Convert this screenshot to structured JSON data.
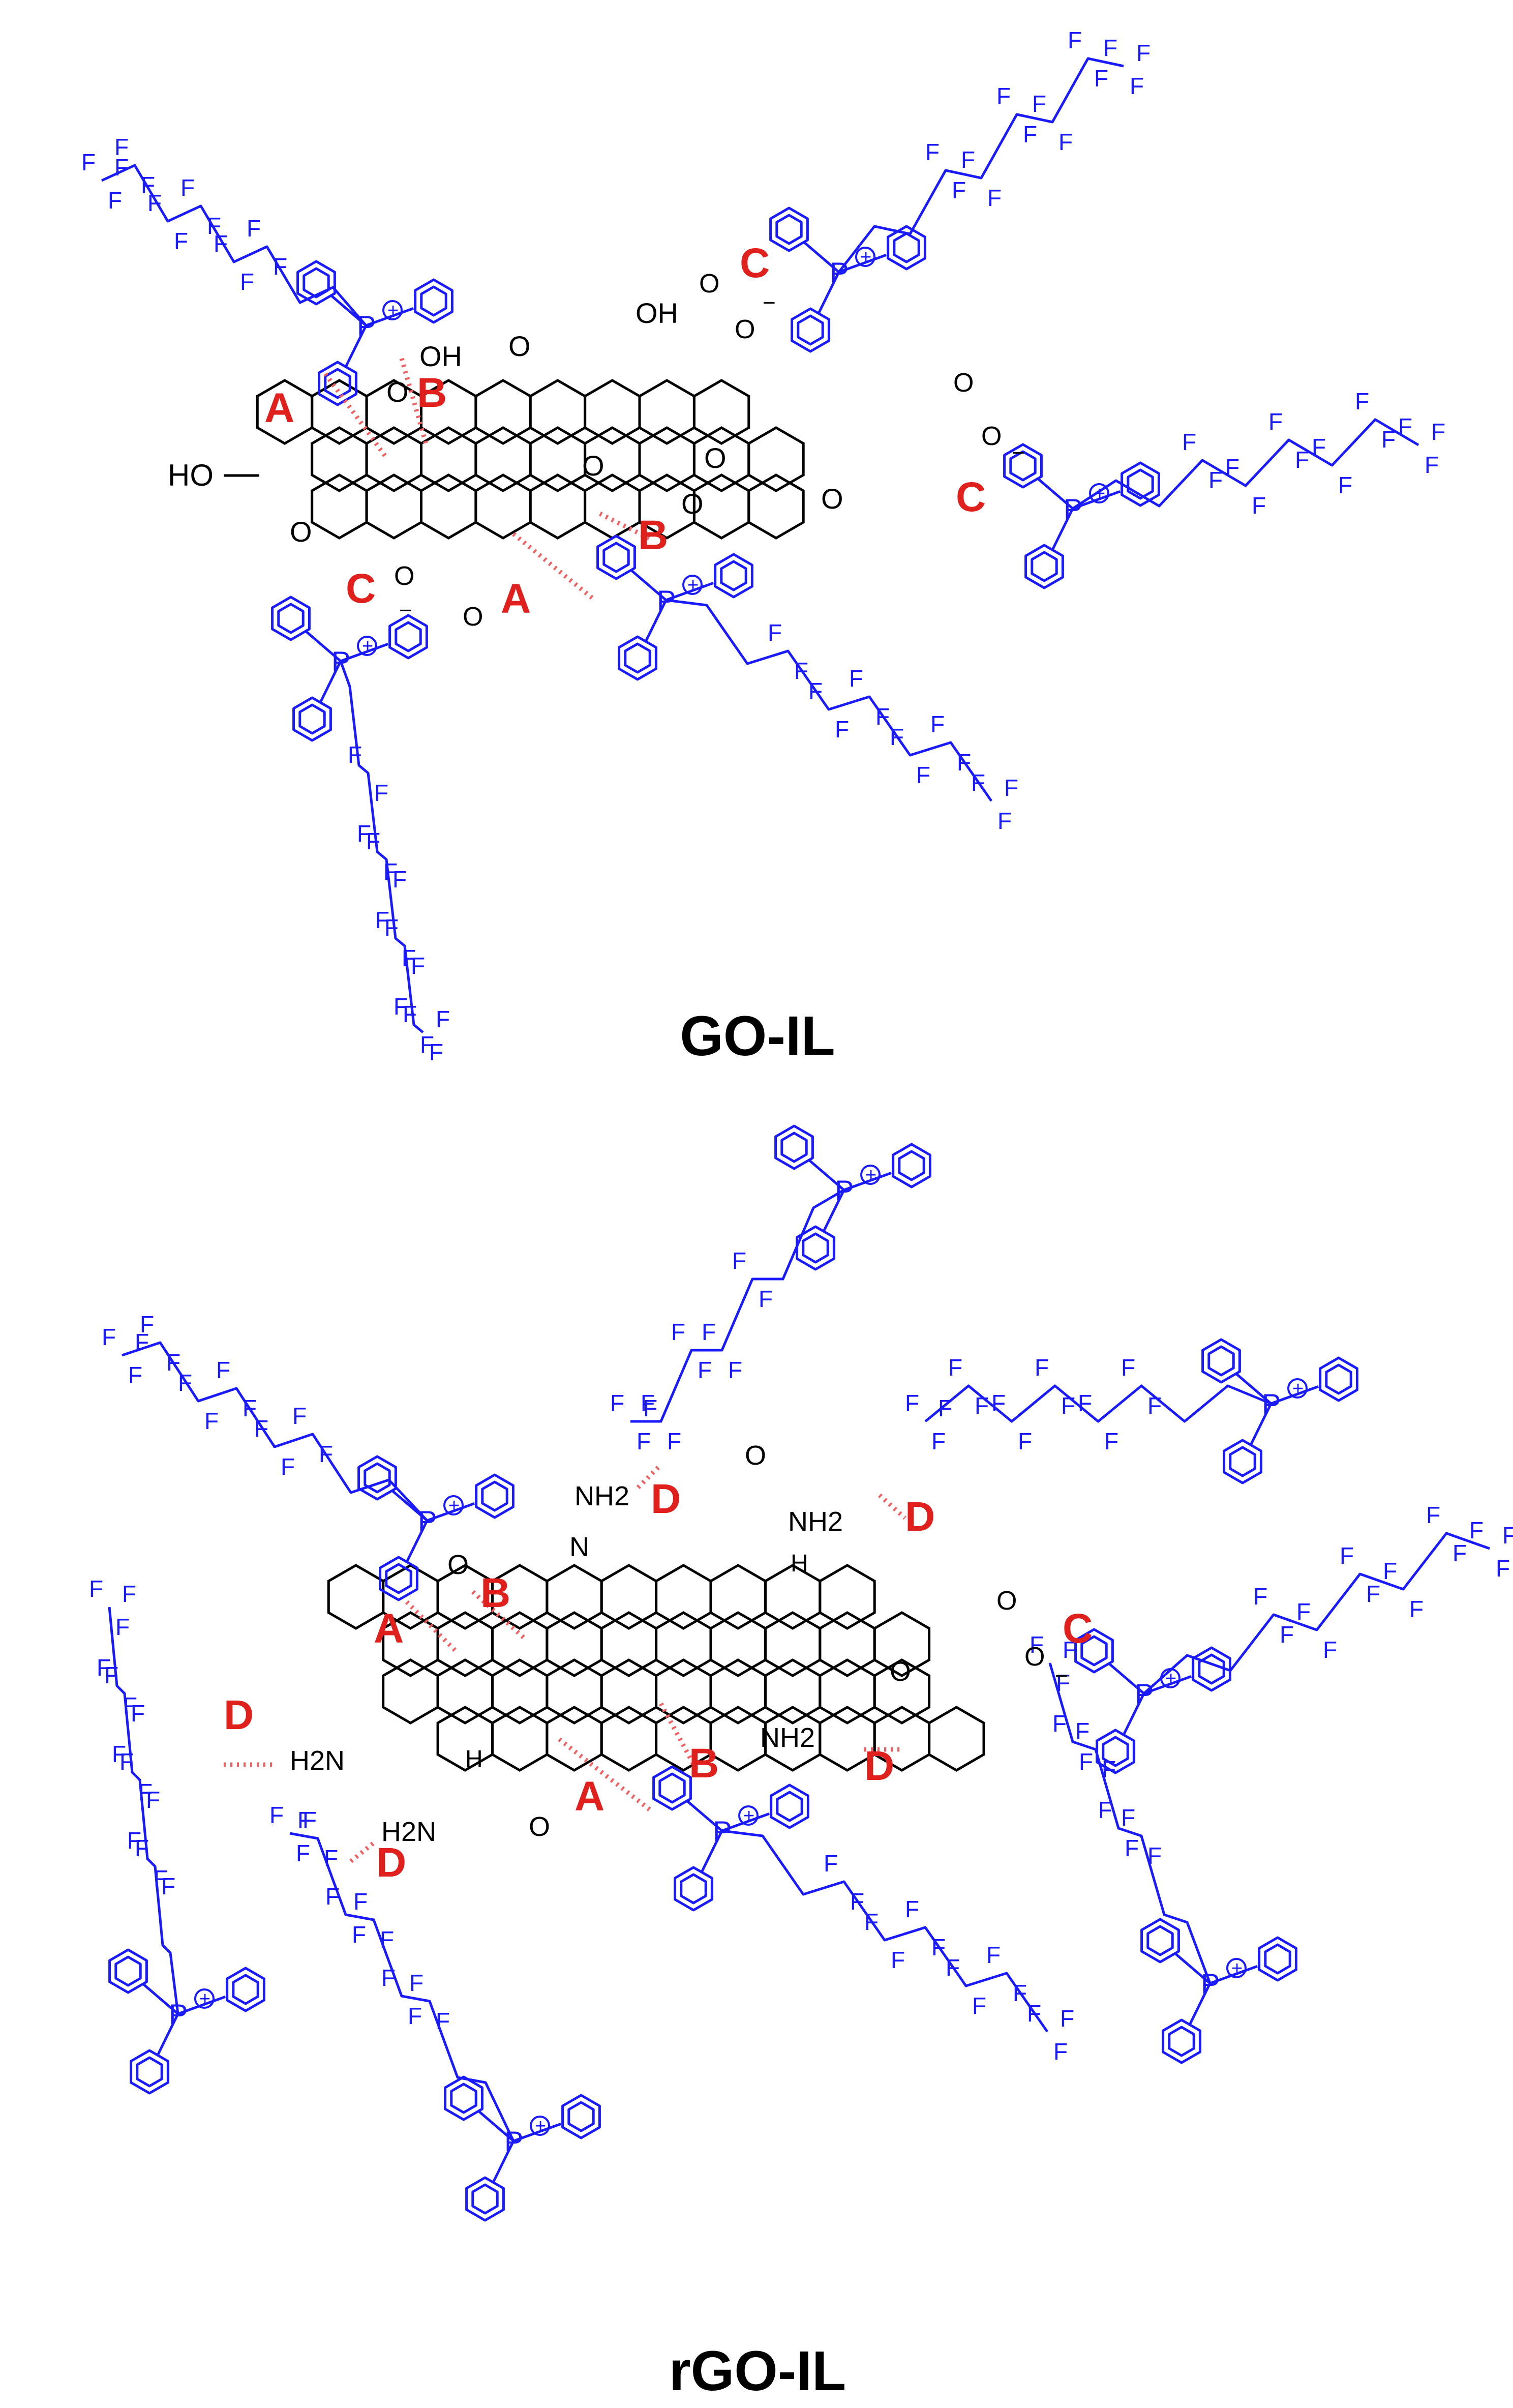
{
  "figure": {
    "caption_top": "GO-IL",
    "caption_bottom": "rGO-IL"
  },
  "interaction_labels": {
    "a": "A",
    "b": "B",
    "c": "C",
    "d": "D"
  },
  "atoms": {
    "fluorine": "F",
    "phosphorus": "P",
    "oxygen": "O",
    "hydroxyl": "OH",
    "hydroxyl_left": "HO",
    "amine": "NH2",
    "amine_left": "H2N",
    "nitrogen": "N",
    "hydrogen": "H",
    "charge_plus": "+",
    "charge_minus": "−"
  },
  "colors": {
    "ionic_liquid": "#1a1aff",
    "interaction_label": "#e0201c",
    "interaction_line": "#f06060",
    "graphene": "#000000"
  }
}
